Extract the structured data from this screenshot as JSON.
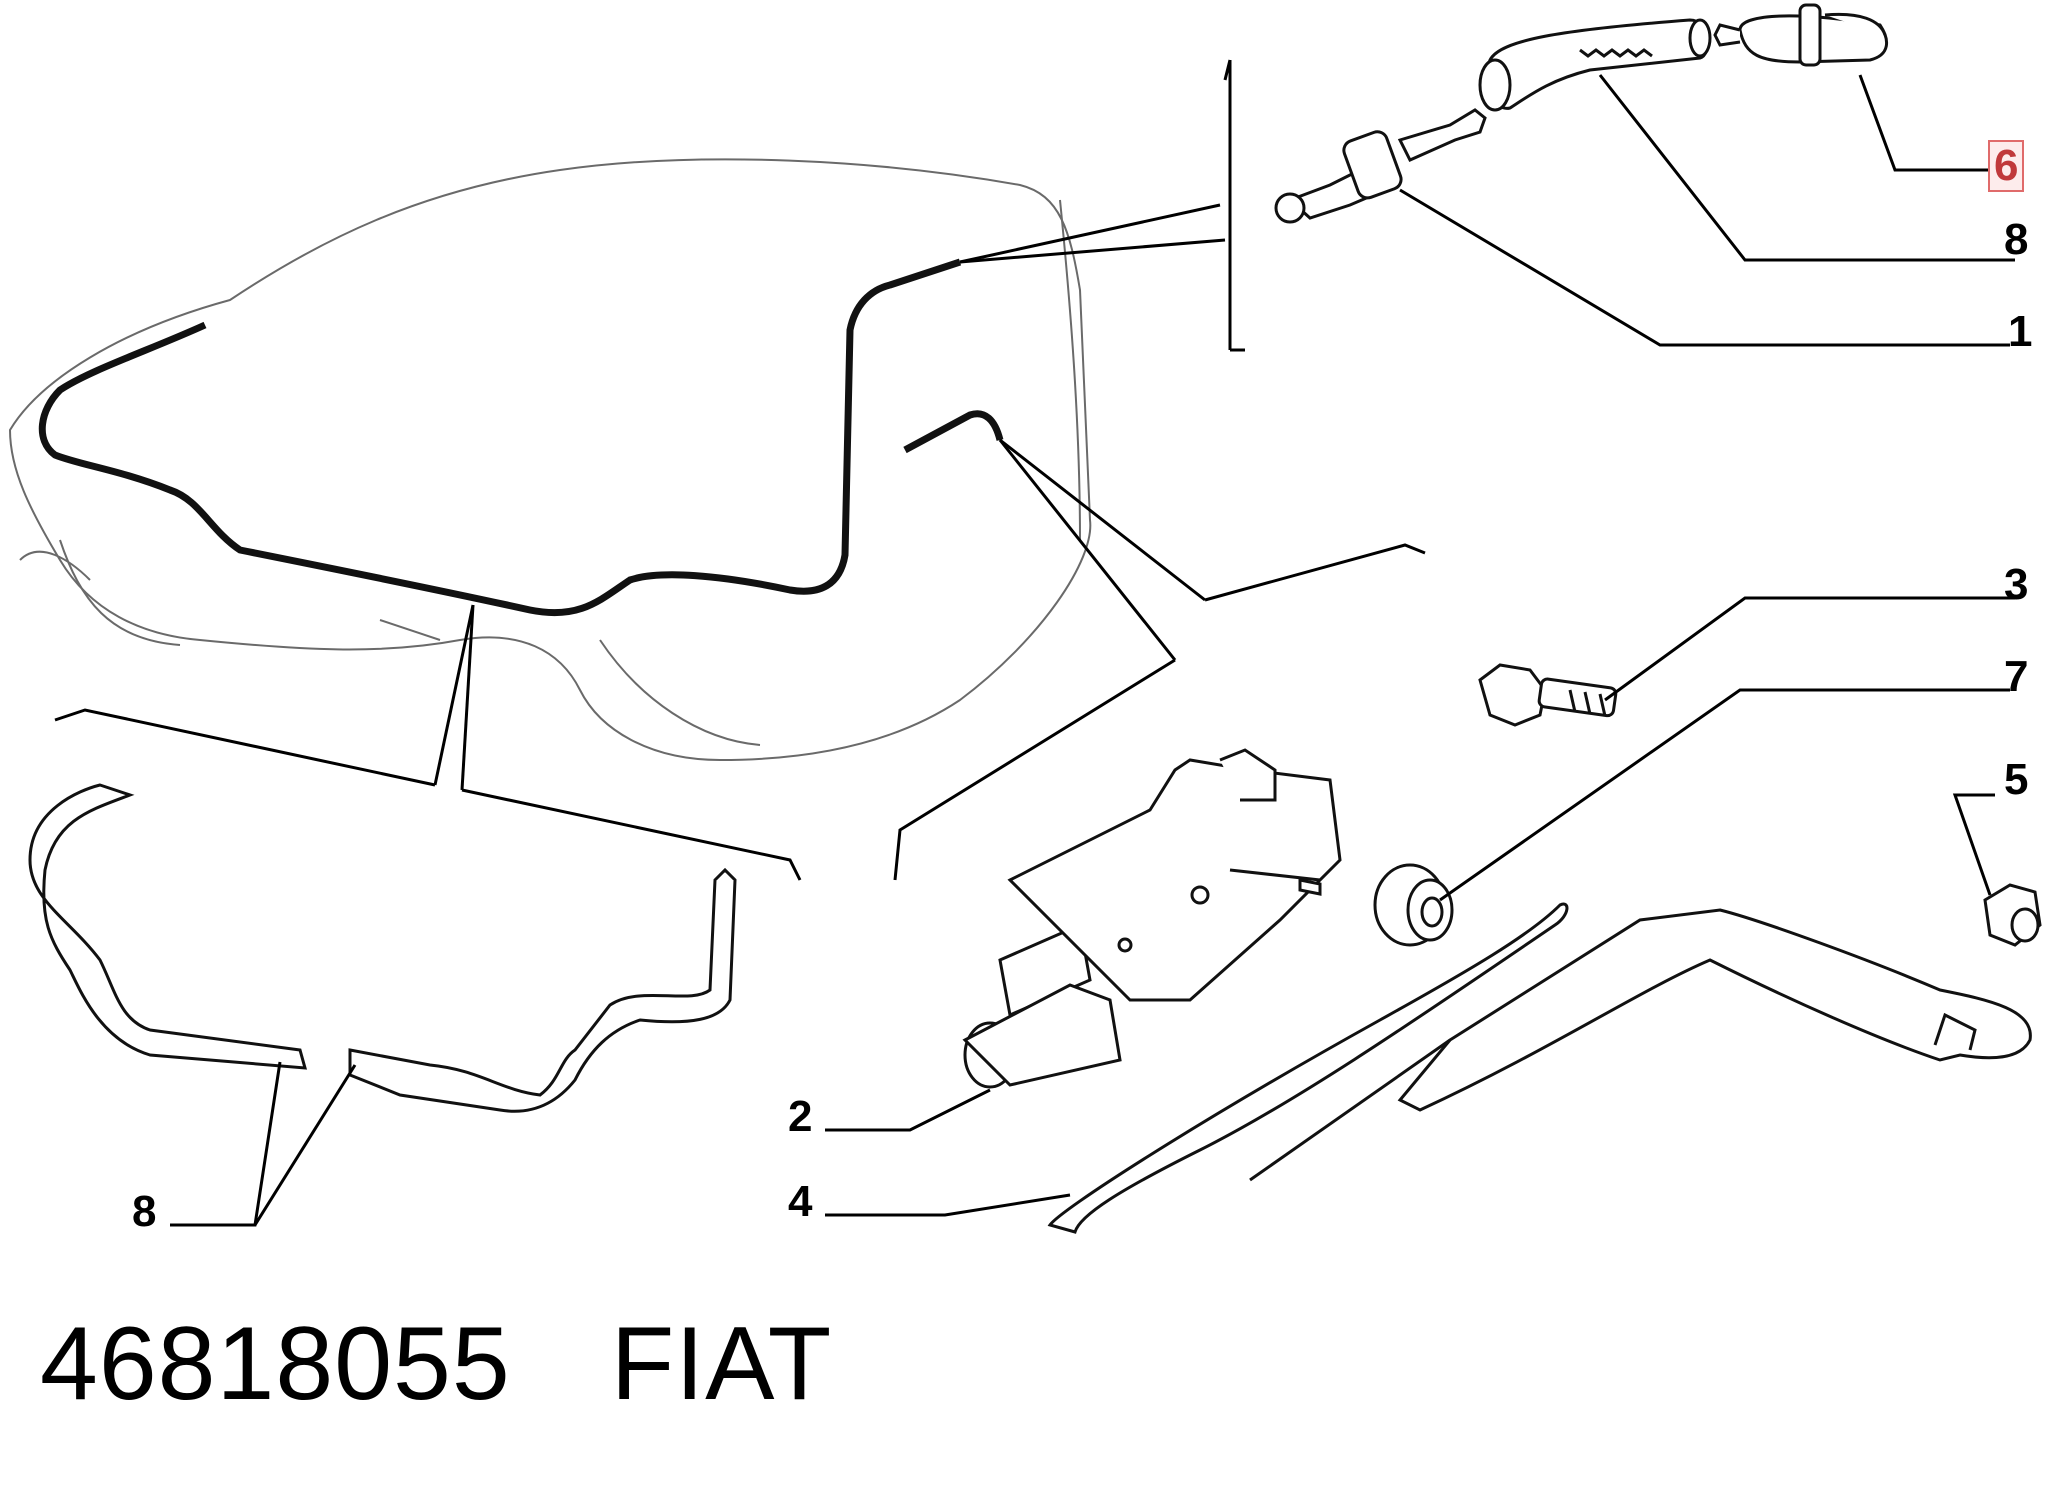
{
  "footer": {
    "part_number": "46818055",
    "brand": "FIAT"
  },
  "callouts": [
    {
      "id": "6",
      "text": "6",
      "highlighted": true
    },
    {
      "id": "8a",
      "text": "8",
      "highlighted": false
    },
    {
      "id": "1",
      "text": "1",
      "highlighted": false
    },
    {
      "id": "3",
      "text": "3",
      "highlighted": false
    },
    {
      "id": "7",
      "text": "7",
      "highlighted": false
    },
    {
      "id": "5",
      "text": "5",
      "highlighted": false
    },
    {
      "id": "2",
      "text": "2",
      "highlighted": false
    },
    {
      "id": "4",
      "text": "4",
      "highlighted": false
    },
    {
      "id": "8b",
      "text": "8",
      "highlighted": false
    }
  ],
  "colors": {
    "line": "#000000",
    "outline": "#555555",
    "highlight_border": "#e06b6b",
    "highlight_fill": "#fdecec"
  }
}
